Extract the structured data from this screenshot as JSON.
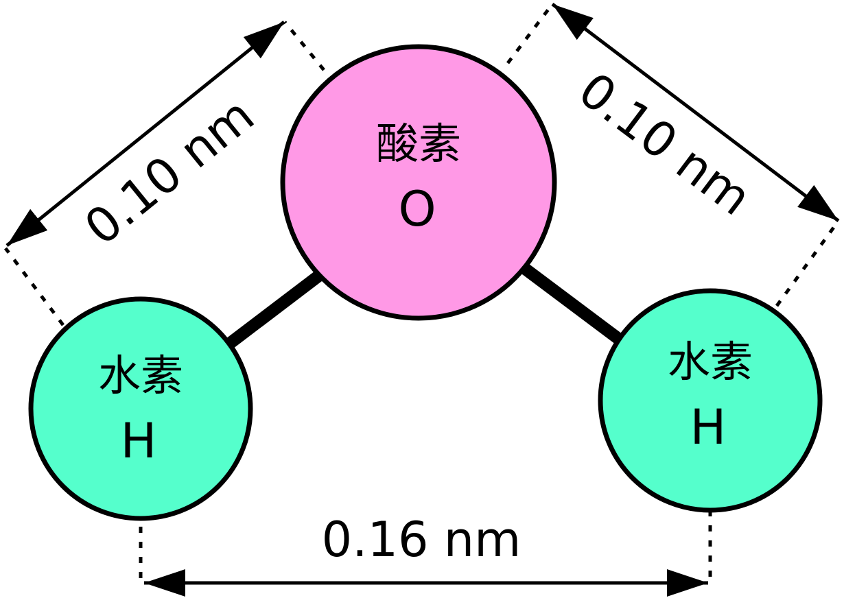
{
  "colors": {
    "oxygen_fill": "#FF99E6",
    "hydrogen_fill": "#55FFCC",
    "line": "#000000",
    "background": "#FFFFFF"
  },
  "atoms": {
    "oxygen": {
      "name": "酸素",
      "symbol": "O"
    },
    "hydrogen_left": {
      "name": "水素",
      "symbol": "H"
    },
    "hydrogen_right": {
      "name": "水素",
      "symbol": "H"
    }
  },
  "dimensions": {
    "left_bond_length": "0.10 nm",
    "right_bond_length": "0.10 nm",
    "h_h_distance": "0.16 nm"
  }
}
